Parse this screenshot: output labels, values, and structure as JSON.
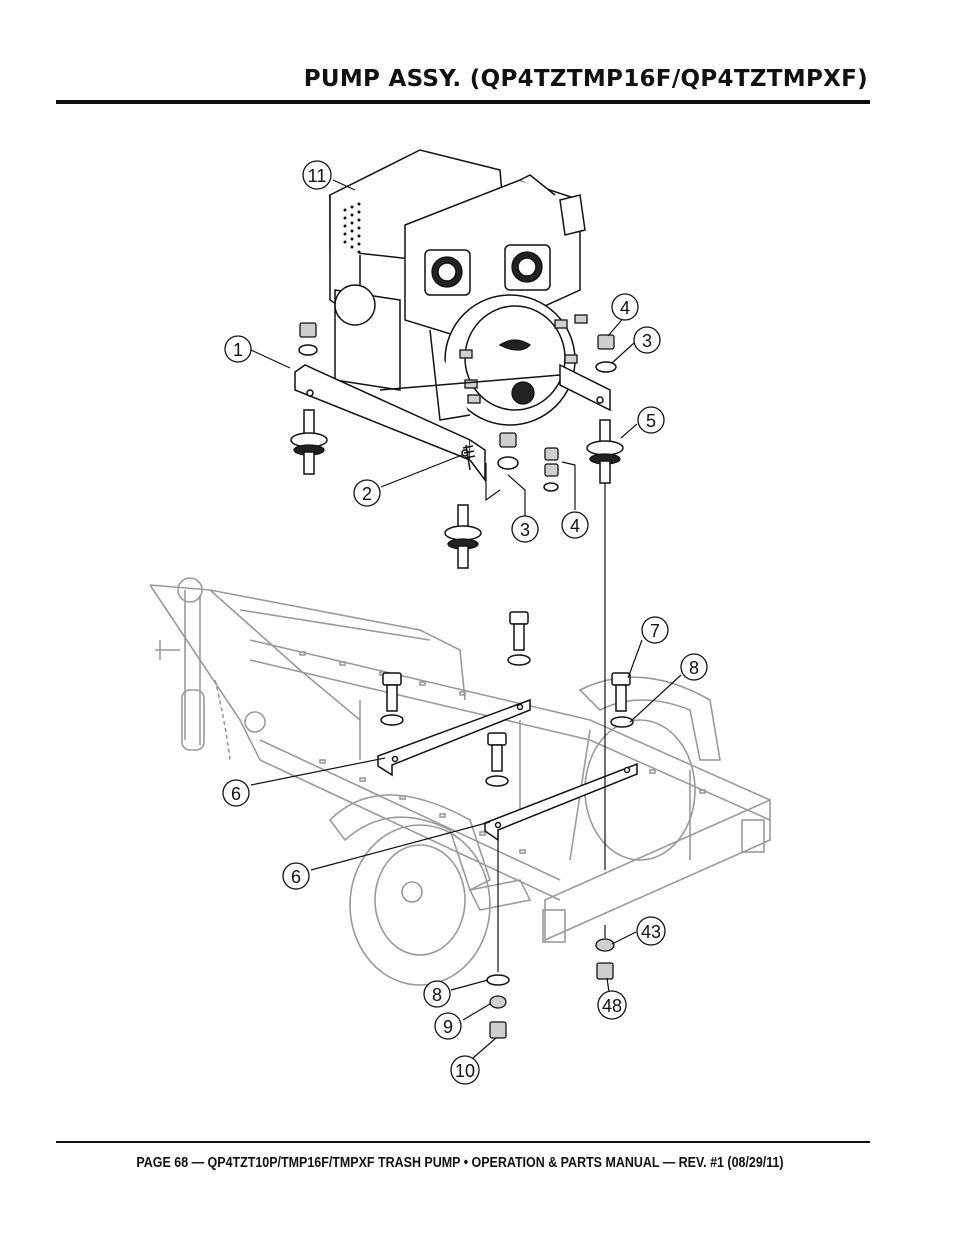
{
  "header": {
    "title": "PUMP ASSY. (QP4TZTMP16F/QP4TZTMPXF)"
  },
  "footer": {
    "text": "PAGE 68 — QP4TZT10P/TMP16F/TMPXF TRASH PUMP • OPERATION & PARTS MANUAL — REV. #1 (08/29/11)"
  },
  "diagram": {
    "callouts": [
      {
        "id": "c11",
        "label": "11"
      },
      {
        "id": "c1",
        "label": "1"
      },
      {
        "id": "c4a",
        "label": "4"
      },
      {
        "id": "c3a",
        "label": "3"
      },
      {
        "id": "c5",
        "label": "5"
      },
      {
        "id": "c2",
        "label": "2"
      },
      {
        "id": "c3b",
        "label": "3"
      },
      {
        "id": "c4b",
        "label": "4"
      },
      {
        "id": "c7",
        "label": "7"
      },
      {
        "id": "c8a",
        "label": "8"
      },
      {
        "id": "c6a",
        "label": "6"
      },
      {
        "id": "c6b",
        "label": "6"
      },
      {
        "id": "c43",
        "label": "43"
      },
      {
        "id": "c8b",
        "label": "8"
      },
      {
        "id": "c48",
        "label": "48"
      },
      {
        "id": "c9",
        "label": "9"
      },
      {
        "id": "c10",
        "label": "10"
      }
    ]
  }
}
